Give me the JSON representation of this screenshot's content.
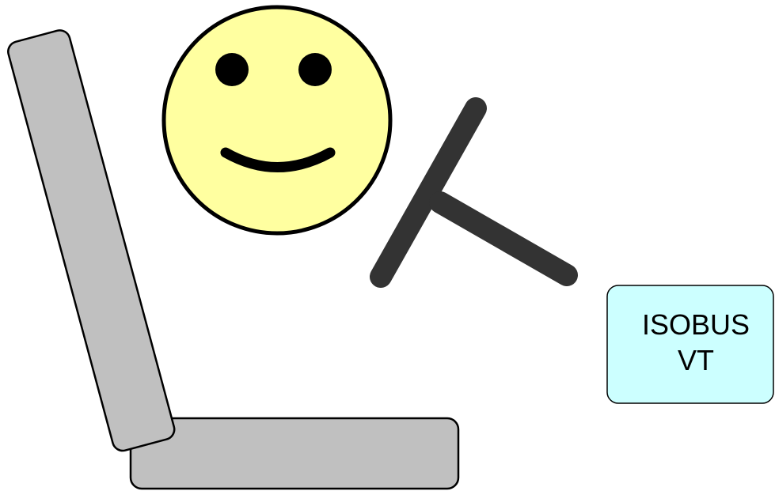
{
  "terminal": {
    "line1": "ISOBUS",
    "line2": "VT",
    "fill_color": "#ccffff"
  },
  "seat": {
    "fill_color": "#c0c0c0"
  },
  "face": {
    "expression": "smiling",
    "fill_color": "#ffffa0"
  },
  "arm": {
    "color": "#333333"
  }
}
